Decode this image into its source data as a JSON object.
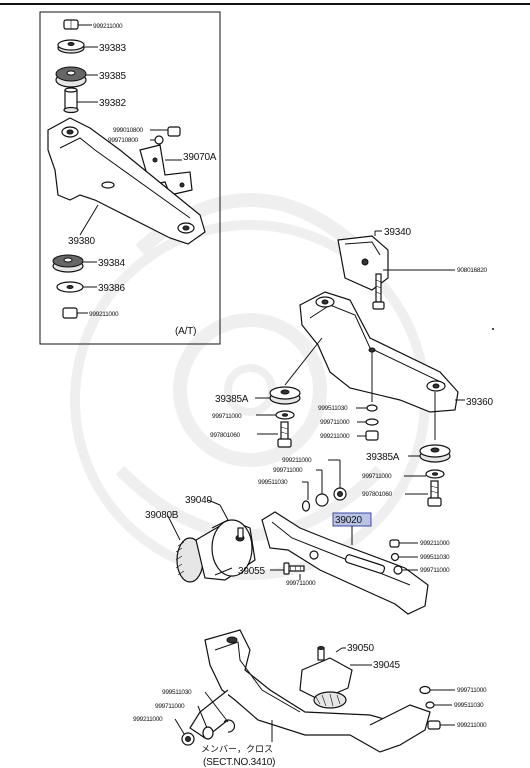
{
  "inset": {
    "note": "(A/T)"
  },
  "labels": {
    "p_999211000_a": "999211000",
    "p_39383": "39383",
    "p_39385": "39385",
    "p_39382": "39382",
    "p_999010800": "999010800",
    "p_999710800": "999710800",
    "p_39070A": "39070A",
    "p_39380": "39380",
    "p_39384": "39384",
    "p_39386": "39386",
    "p_999211000_b": "999211000",
    "p_39340": "39340",
    "p_908016820": "908016820",
    "p_39385A_a": "39385A",
    "p_999711000_a": "999711000",
    "p_997801060_a": "997801060",
    "p_999511030_a": "999511030",
    "p_999711000_b": "999711000",
    "p_999211000_c": "999211000",
    "p_39360": "39360",
    "p_999211000_d": "999211000",
    "p_999711000_c": "999711000",
    "p_999511030_b": "999511030",
    "p_39385A_b": "39385A",
    "p_999711000_d": "999711000",
    "p_997801060_b": "997801060",
    "p_39040": "39040",
    "p_39080B": "39080B",
    "p_39020": "39020",
    "p_999211000_e": "999211000",
    "p_999511030_c": "999511030",
    "p_999711000_e": "999711000",
    "p_39055": "39055",
    "p_999711000_f": "999711000",
    "p_39050": "39050",
    "p_39045": "39045",
    "p_999511030_d": "999511030",
    "p_999711000_g": "999711000",
    "p_999211000_f": "999211000",
    "p_999711000_h": "999711000",
    "p_999511030_e": "999511030",
    "p_999211000_g": "999211000",
    "member_jp": "メンバー，クロス",
    "sect_no": "(SECT.NO.3410)"
  },
  "colors": {
    "highlight_fill": "#b9c3e4",
    "highlight_stroke": "#3c4aa3",
    "line": "#111111"
  }
}
